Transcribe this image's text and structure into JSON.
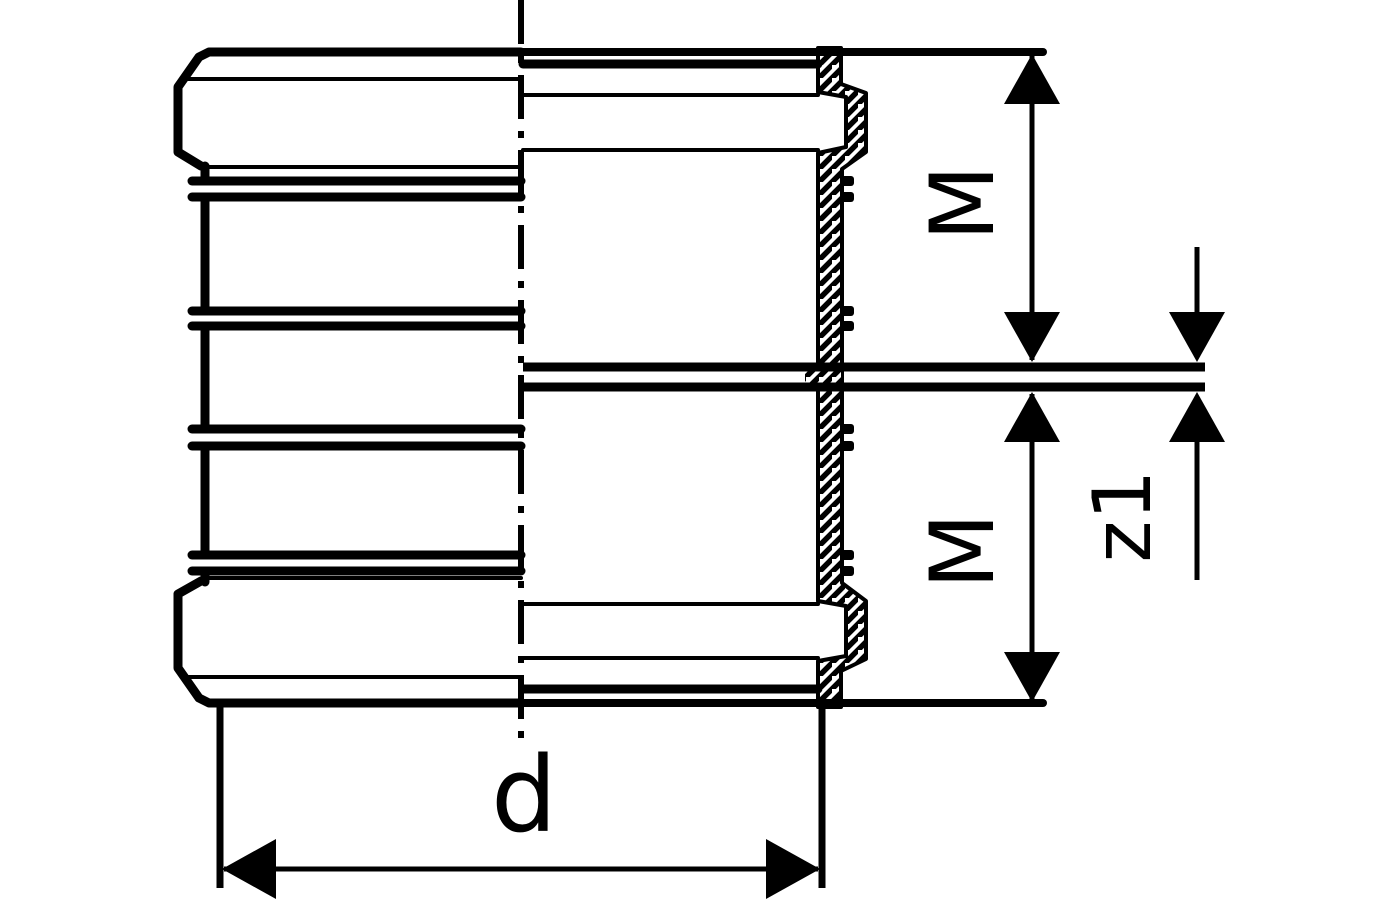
{
  "drawing": {
    "title": "pipe-sleeve-coupling-half-section",
    "background": "#ffffff",
    "line_color": "#000000",
    "labels": {
      "m_top": "M",
      "m_bottom": "M",
      "z1": "z1",
      "diameter": "d"
    }
  }
}
